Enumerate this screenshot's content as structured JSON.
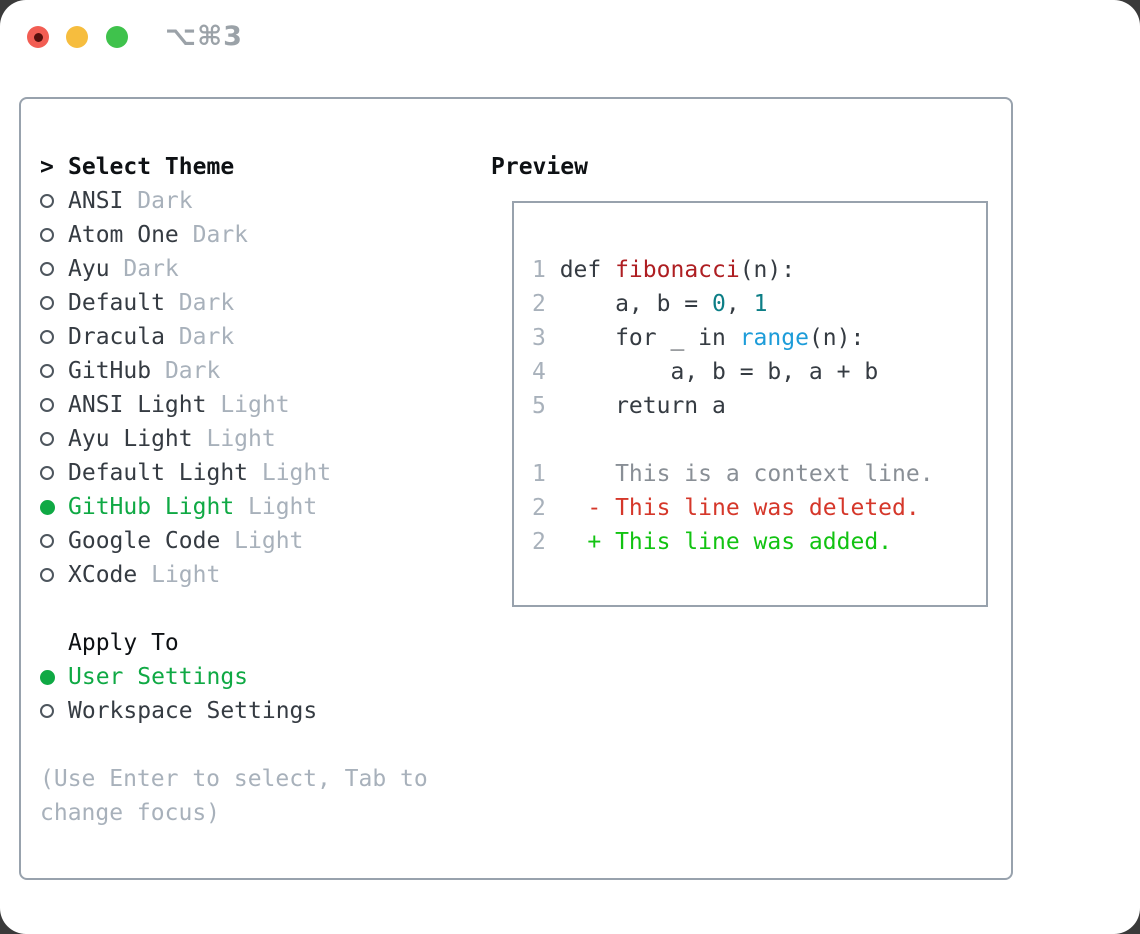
{
  "window": {
    "title": "⌥⌘3"
  },
  "colors": {
    "selected_green": "#0fa944",
    "added_green": "#12c312",
    "deleted_red": "#d5372a",
    "function_red": "#ae1e22",
    "number_teal": "#0c7e86",
    "builtin_blue": "#1d9cd9",
    "muted_gray": "#a8b1bb",
    "border_gray": "#98a2ad",
    "traffic_red": "#f25d53",
    "traffic_yellow": "#f6bd3e",
    "traffic_green": "#3fc24c"
  },
  "theme_list": {
    "header_prefix": ">",
    "header": "Select Theme",
    "items": [
      {
        "name": "ANSI",
        "variant": "Dark",
        "selected": false
      },
      {
        "name": "Atom One",
        "variant": "Dark",
        "selected": false
      },
      {
        "name": "Ayu",
        "variant": "Dark",
        "selected": false
      },
      {
        "name": "Default",
        "variant": "Dark",
        "selected": false
      },
      {
        "name": "Dracula",
        "variant": "Dark",
        "selected": false
      },
      {
        "name": "GitHub",
        "variant": "Dark",
        "selected": false
      },
      {
        "name": "ANSI Light",
        "variant": "Light",
        "selected": false
      },
      {
        "name": "Ayu Light",
        "variant": "Light",
        "selected": false
      },
      {
        "name": "Default Light",
        "variant": "Light",
        "selected": false
      },
      {
        "name": "GitHub Light",
        "variant": "Light",
        "selected": true
      },
      {
        "name": "Google Code",
        "variant": "Light",
        "selected": false
      },
      {
        "name": "XCode",
        "variant": "Light",
        "selected": false
      }
    ]
  },
  "apply_to": {
    "header": "Apply To",
    "options": [
      {
        "label": "User Settings",
        "selected": true
      },
      {
        "label": "Workspace Settings",
        "selected": false
      }
    ]
  },
  "hint": "(Use Enter to select, Tab to change focus)",
  "preview": {
    "label": "Preview",
    "code_lines": [
      {
        "num": "1",
        "t1": "def ",
        "fn": "fibonacci",
        "t2": "(n):"
      },
      {
        "num": "2",
        "t1": "    a, b = ",
        "n1": "0",
        "t2": ", ",
        "n2": "1"
      },
      {
        "num": "3",
        "t1": "    for _ in ",
        "blt": "range",
        "t2": "(n):"
      },
      {
        "num": "4",
        "t1": "        a, b = b, a + b"
      },
      {
        "num": "5",
        "t1": "    return a"
      }
    ],
    "diff_lines": [
      {
        "num": "1",
        "text": "    This is a context line."
      },
      {
        "num": "2",
        "text": "  - This line was deleted."
      },
      {
        "num": "2",
        "text": "  + This line was added."
      }
    ]
  }
}
